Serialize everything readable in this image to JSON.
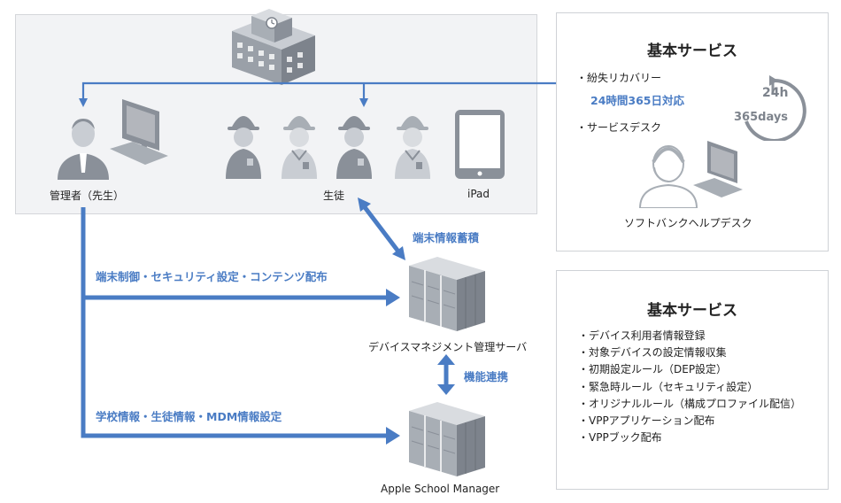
{
  "school": {
    "admin_label": "管理者（先生）",
    "students_label": "生徒",
    "ipad_label": "iPad"
  },
  "flows": {
    "device_data_label": "端末情報蓄積",
    "control_label": "端末制御・セキュリティ設定・コンテンツ配布",
    "integration_label": "機能連携",
    "school_info_label": "学校情報・生徒情報・MDM情報設定"
  },
  "servers": {
    "mdm_label": "デバイスマネジメント管理サーバ",
    "asm_label": "Apple School Manager"
  },
  "basic_service_1": {
    "title": "基本サービス",
    "items": [
      "・紛失リカバリー",
      "・サービスデスク"
    ],
    "highlight": "24時間365日対応",
    "badge_hours": "24h",
    "badge_days": "365days",
    "helpdesk_label": "ソフトバンクヘルプデスク"
  },
  "basic_service_2": {
    "title": "基本サービス",
    "items": [
      "・デバイス利用者情報登録",
      "・対象デバイスの設定情報収集",
      "・初期設定ルール（DEP設定）",
      "・緊急時ルール（セキュリティ設定）",
      "・オリジナルルール（構成プロファイル配信）",
      "・VPPアプリケーション配布",
      "・VPPブック配布"
    ]
  },
  "colors": {
    "accent": "#4a7cc4",
    "icon": "#8a9099",
    "panel_bg": "#f2f3f5"
  }
}
